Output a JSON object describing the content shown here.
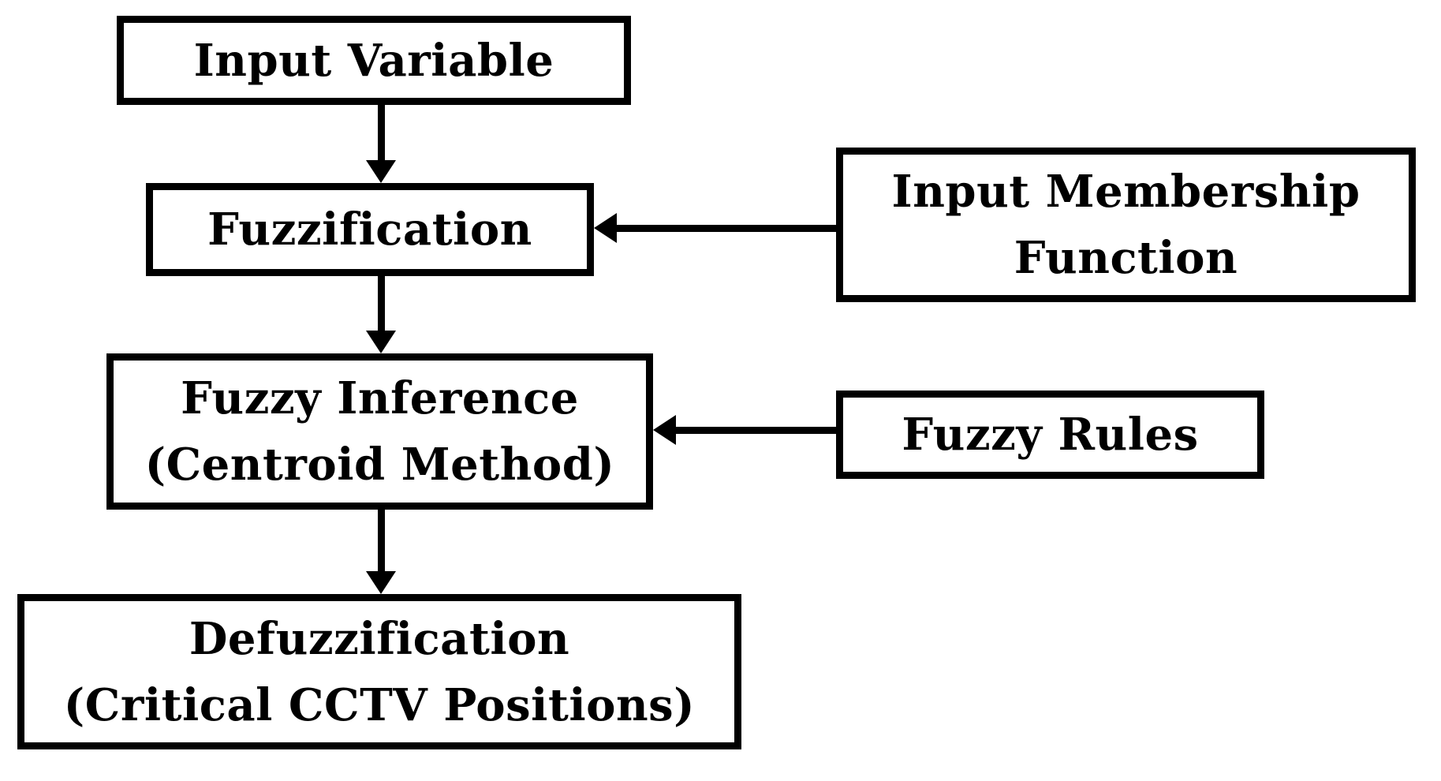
{
  "colors": {
    "background": "#ffffff",
    "box_border": "#000000",
    "text": "#000000",
    "arrow": "#000000"
  },
  "nodes": {
    "input_variable": {
      "label": "Input Variable"
    },
    "fuzzification": {
      "label": "Fuzzification"
    },
    "input_membership_function": {
      "line1": "Input Membership",
      "line2": "Function"
    },
    "fuzzy_inference": {
      "line1": "Fuzzy Inference",
      "line2": "(Centroid Method)"
    },
    "fuzzy_rules": {
      "label": "Fuzzy Rules"
    },
    "defuzzification": {
      "line1": "Defuzzification",
      "line2": "(Critical CCTV Positions)"
    }
  },
  "edges": [
    {
      "from": "Input Variable",
      "to": "Fuzzification",
      "direction": "down"
    },
    {
      "from": "Input Membership Function",
      "to": "Fuzzification",
      "direction": "left"
    },
    {
      "from": "Fuzzification",
      "to": "Fuzzy Inference (Centroid Method)",
      "direction": "down"
    },
    {
      "from": "Fuzzy Rules",
      "to": "Fuzzy Inference (Centroid Method)",
      "direction": "left"
    },
    {
      "from": "Fuzzy Inference (Centroid Method)",
      "to": "Defuzzification (Critical CCTV Positions)",
      "direction": "down"
    }
  ]
}
